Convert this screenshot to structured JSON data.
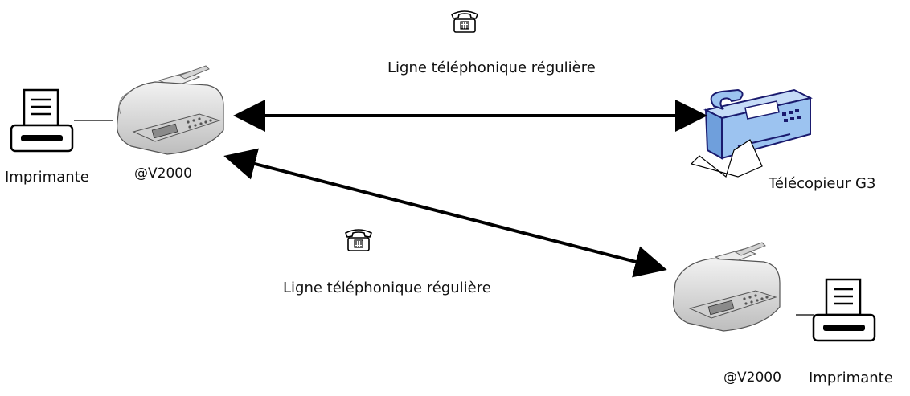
{
  "labels": {
    "line_top": "Ligne téléphonique régulière",
    "line_bottom": "Ligne téléphonique régulière",
    "printer_left": "Imprimante",
    "device_left": "@V2000",
    "fax_right": "Télécopieur G3",
    "device_right": "@V2000",
    "printer_right": "Imprimante"
  },
  "icons": {
    "phone": "telephone-icon",
    "printer": "printer-icon",
    "scanner": "scanner-fax-device-icon",
    "fax": "fax-machine-icon"
  },
  "colors": {
    "ink": "#000000",
    "device_gray": "#d9d9d9",
    "fax_blue": "#9cc3f0",
    "fax_outline": "#1a1a6e"
  }
}
